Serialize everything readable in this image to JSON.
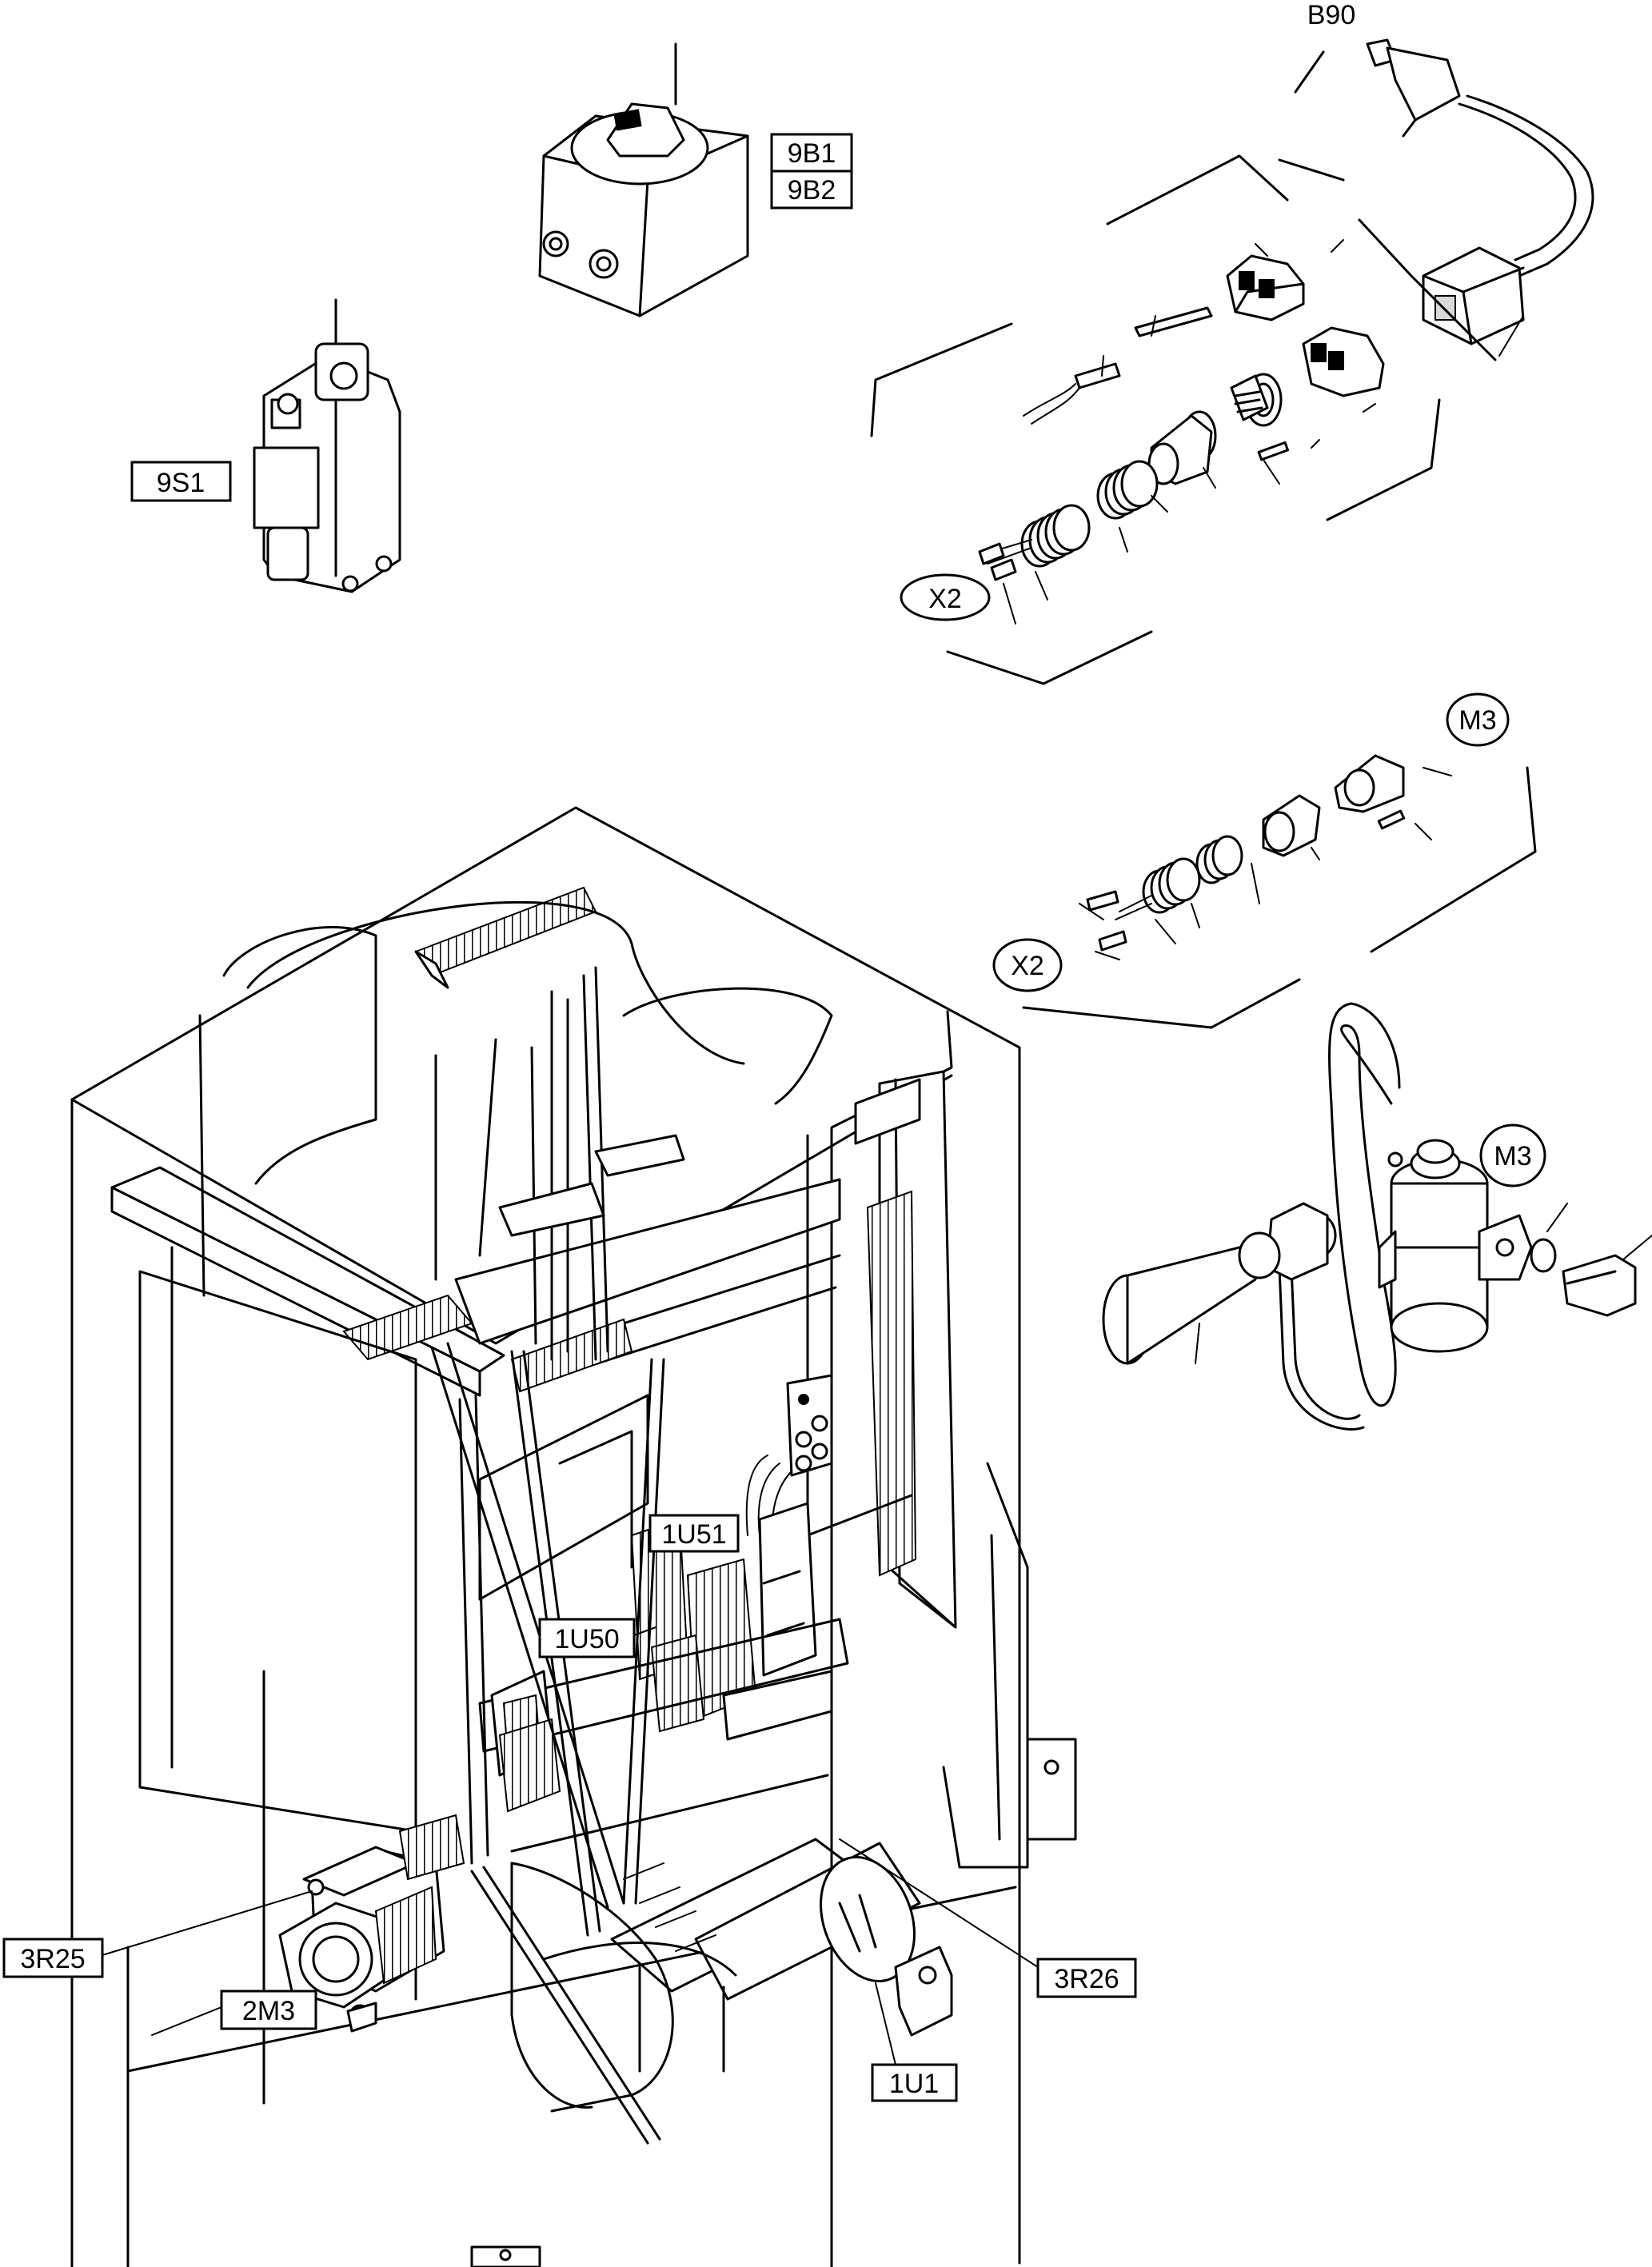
{
  "labels": {
    "b90": "B90",
    "l9b1": "9B1",
    "l9b2": "9B2",
    "l9s1": "9S1",
    "x2_top": "X2",
    "m3_top": "M3",
    "x2_mid": "X2",
    "m3_mid": "M3",
    "u51": "1U51",
    "u50": "1U50",
    "r25": "3R25",
    "r26": "3R26",
    "m2": "2M3",
    "u1": "1U1"
  }
}
